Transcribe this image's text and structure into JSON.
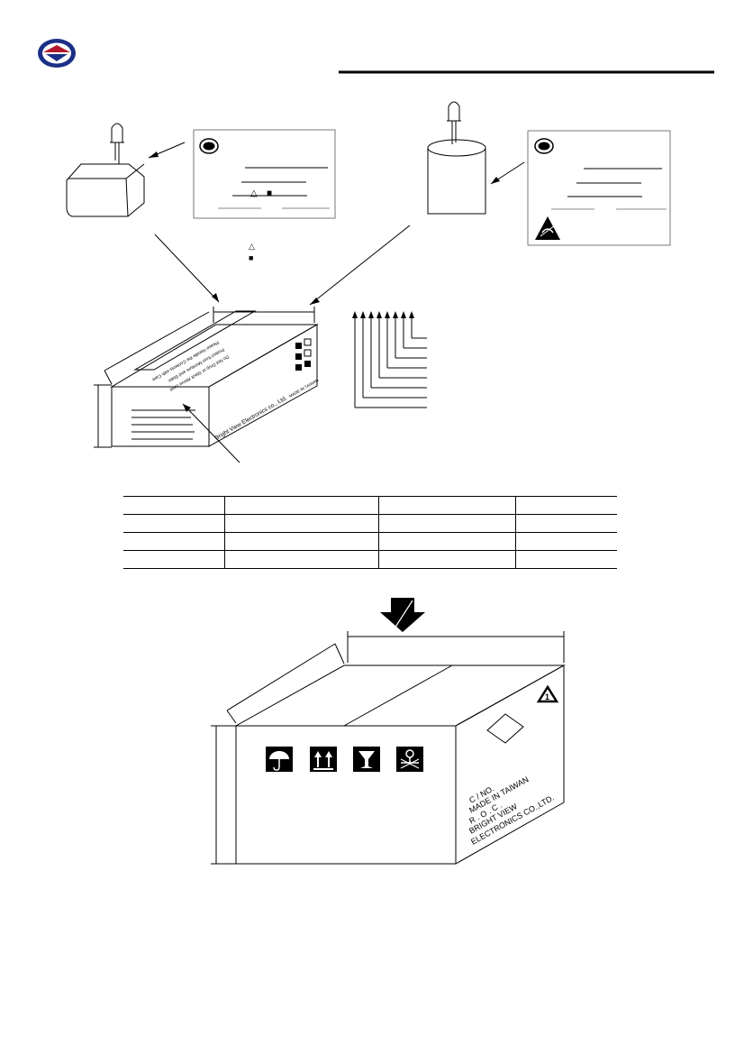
{
  "inner_box": {
    "company_line": "Bright View Electronics co., Ltd.",
    "made_in": "MADE IN TAIWAN",
    "top_lines": [
      "Please Handle the Contents with Care",
      "Protect from Moisture and Static",
      "Do Not Drop or Stack Above Limit"
    ]
  },
  "outer_carton": {
    "marking_lines": [
      "C / NO.",
      "MADE  IN  TAIWAN",
      "R . O . C .",
      "BRIGHT  VIEW",
      "ELECTRONICS  CO.,LTD."
    ]
  },
  "legend_symbols": [
    "△",
    "■"
  ],
  "table": {
    "rows": [
      [
        "",
        "",
        "",
        ""
      ],
      [
        "",
        "",
        "",
        ""
      ],
      [
        "",
        "",
        "",
        ""
      ],
      [
        "",
        "",
        "",
        ""
      ]
    ]
  },
  "colors": {
    "logo_blue": "#1b2f86",
    "logo_red": "#b2182b",
    "ink": "#000000"
  }
}
